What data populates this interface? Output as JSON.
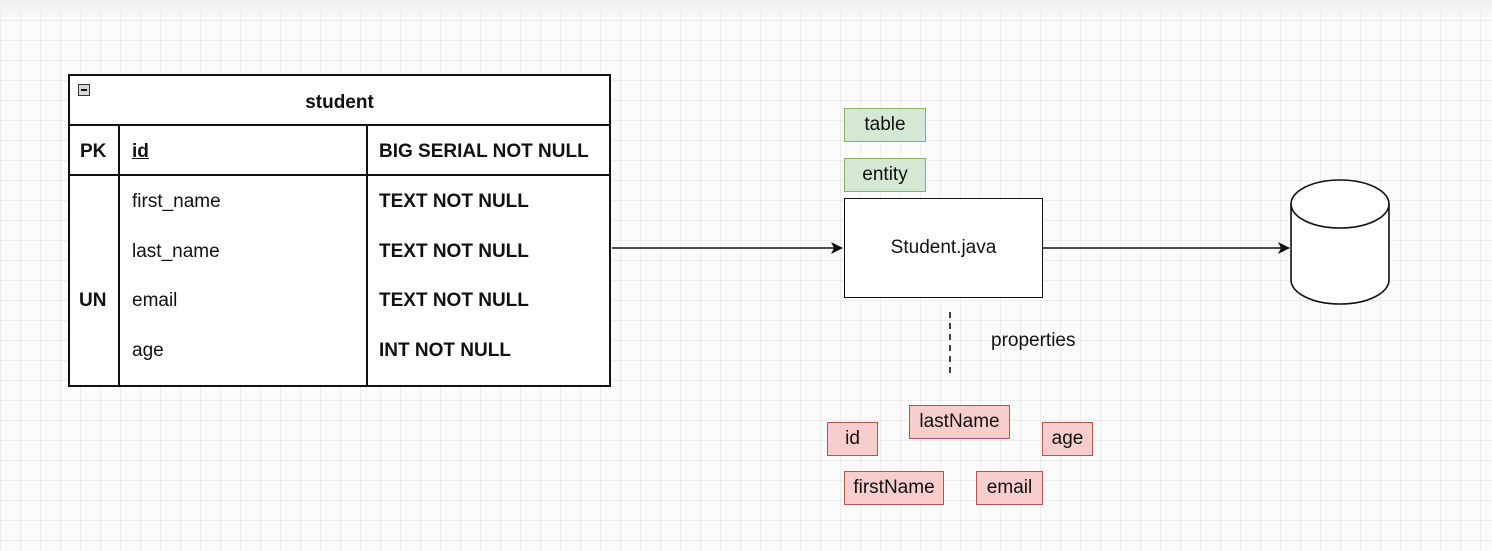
{
  "table": {
    "title": "student",
    "pk_label": "PK",
    "pk_name": "id",
    "pk_type": "BIG SERIAL NOT NULL",
    "un_label": "UN",
    "rows": [
      {
        "name": "first_name",
        "type": "TEXT NOT NULL"
      },
      {
        "name": "last_name",
        "type": "TEXT NOT NULL"
      },
      {
        "name": "email",
        "type": "TEXT NOT NULL"
      },
      {
        "name": "age",
        "type": "INT NOT NULL"
      }
    ]
  },
  "entity": {
    "class_name": "Student.java",
    "annotations": [
      "table",
      "entity"
    ],
    "properties_label": "properties",
    "properties": [
      "id",
      "lastName",
      "age",
      "firstName",
      "email"
    ]
  },
  "colors": {
    "annotation_fill": "#d5e8d4",
    "annotation_stroke": "#82b366",
    "property_fill": "#f8cecc",
    "property_stroke": "#b85450"
  },
  "icons": {
    "collapse": "minus-square-icon",
    "database": "database-cylinder-icon"
  }
}
